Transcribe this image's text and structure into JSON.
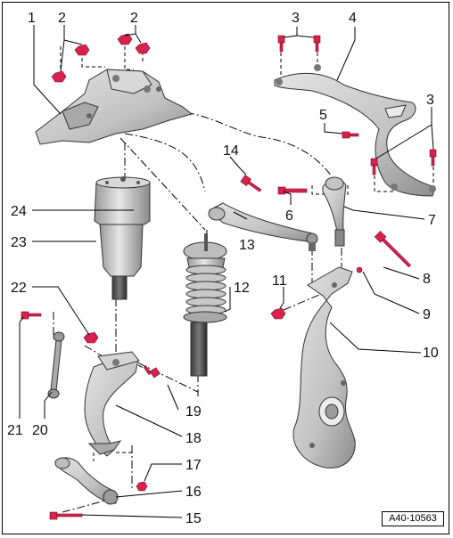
{
  "diagram": {
    "reference_code": "A40-10563",
    "labels": [
      "1",
      "2",
      "2",
      "3",
      "4",
      "3",
      "5",
      "14",
      "6",
      "7",
      "24",
      "23",
      "13",
      "8",
      "12",
      "22",
      "11",
      "9",
      "21",
      "10",
      "19",
      "20",
      "18",
      "17",
      "16",
      "15"
    ],
    "colors": {
      "part_fill": "#c9c9c9",
      "part_shadow": "#8f8f8f",
      "bolt_red": "#d8214d",
      "line": "#000000"
    }
  }
}
